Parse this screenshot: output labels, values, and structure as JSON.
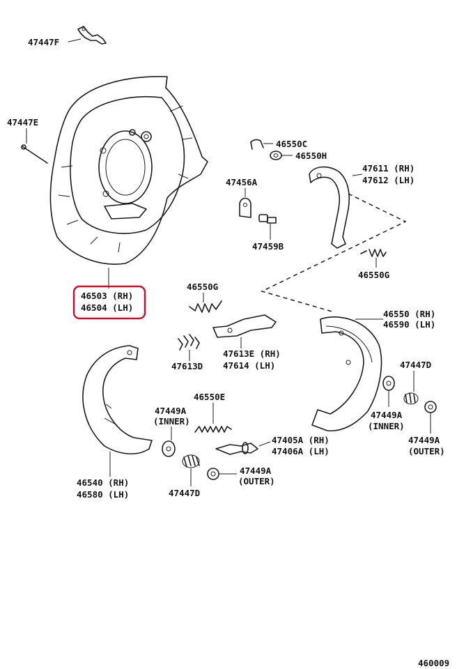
{
  "colors": {
    "ink": "#111111",
    "highlight": "#c8102e",
    "background": "#ffffff"
  },
  "labels": {
    "l47447F": "47447F",
    "l47447E": "47447E",
    "l46550C": "46550C",
    "l46550H": "46550H",
    "l47611": "47611 (RH)",
    "l47612": "47612 (LH)",
    "l47456A": "47456A",
    "l47459B": "47459B",
    "l46550G_r": "46550G",
    "l46503": "46503 (RH)",
    "l46504": "46504 (LH)",
    "l46550G_c": "46550G",
    "l46550": "46550 (RH)",
    "l46590": "46590 (LH)",
    "l47613E": "47613E (RH)",
    "l47614": "47614  (LH)",
    "l47613D": "47613D",
    "l47447D_r": "47447D",
    "l46550E": "46550E",
    "l47449A_inner_l": "47449A",
    "l_inner_l": "(INNER)",
    "l47449A_inner_r": "47449A",
    "l_inner_r": "(INNER)",
    "l47405A": "47405A (RH)",
    "l47406A": "47406A (LH)",
    "l47449A_outer_r": "47449A",
    "l_outer_r": "(OUTER)",
    "l46540": "46540 (RH)",
    "l46580": "46580 (LH)",
    "l47447D_c": "47447D",
    "l47449A_outer_c": "47449A",
    "l_outer_c": "(OUTER)",
    "l_ref": "460009"
  }
}
